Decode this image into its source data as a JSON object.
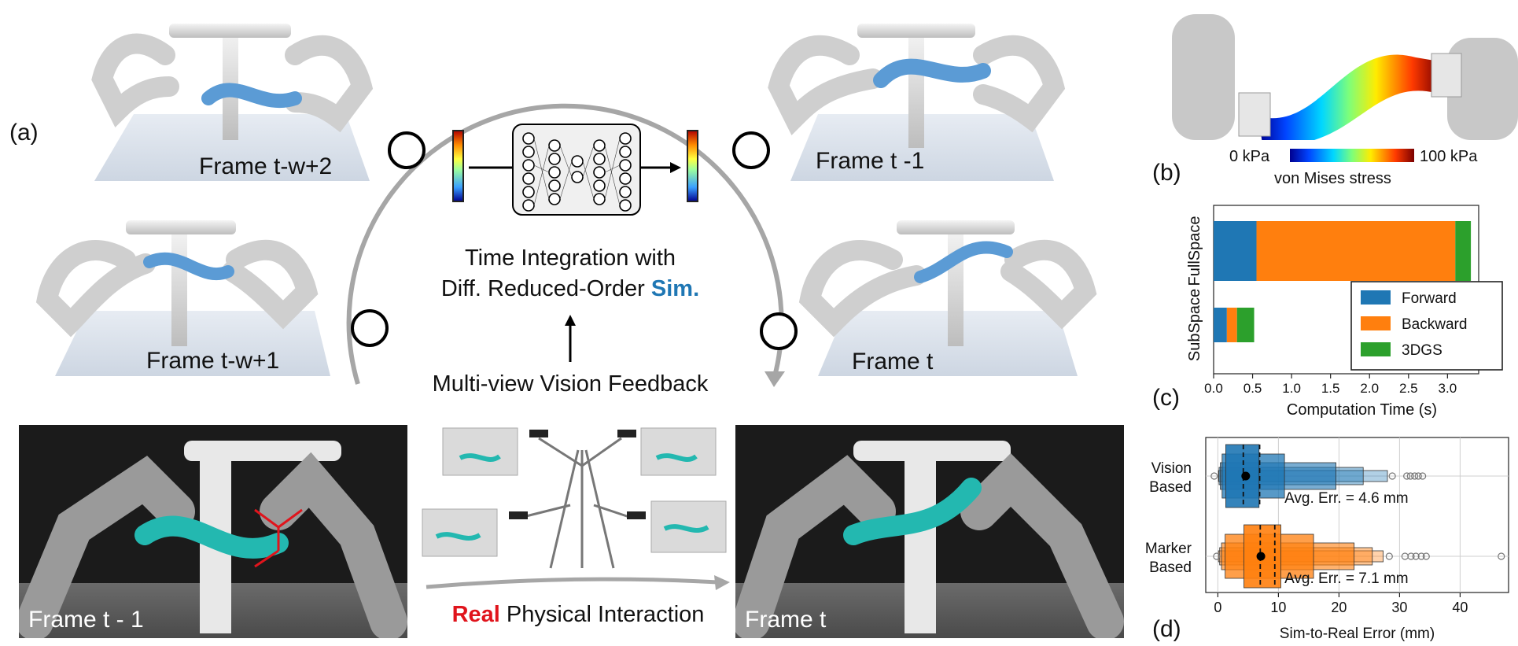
{
  "panel_labels": {
    "a": "(a)",
    "b": "(b)",
    "c": "(c)",
    "d": "(d)"
  },
  "frames": {
    "sim_top_left": "Frame t-w+2",
    "sim_mid_left": "Frame t-w+1",
    "sim_top_right": "Frame t -1",
    "sim_mid_right": "Frame t",
    "real_left": "Frame t - 1",
    "real_right": "Frame t"
  },
  "center": {
    "line1": "Time Integration with",
    "line2_prefix": "Diff. Reduced-Order ",
    "line2_emph": "Sim.",
    "feedback": "Multi-view Vision Feedback",
    "real_emph": "Real",
    "real_suffix": " Physical Interaction"
  },
  "stress_bar": {
    "min_label": "0 kPa",
    "max_label": "100 kPa",
    "caption": "von Mises stress"
  },
  "colors": {
    "forward": "#1f77b4",
    "backward": "#ff7f0e",
    "threedgs": "#2ca02c",
    "sim_accent": "#1f77b4",
    "real_accent": "#e0141c",
    "beam_blue": "#5b9bd5",
    "beam_teal": "#23b8b0"
  },
  "chart_data": [
    {
      "type": "bar",
      "orientation": "horizontal",
      "stacked": true,
      "categories": [
        "FullSpace",
        "SubSpace"
      ],
      "series": [
        {
          "name": "Forward",
          "values": [
            0.55,
            0.17
          ]
        },
        {
          "name": "Backward",
          "values": [
            2.55,
            0.13
          ]
        },
        {
          "name": "3DGS",
          "values": [
            0.2,
            0.22
          ]
        }
      ],
      "xlabel": "Computation Time (s)",
      "xlim": [
        0,
        3.4
      ],
      "xticks": [
        "0.0",
        "0.5",
        "1.0",
        "1.5",
        "2.0",
        "2.5",
        "3.0"
      ],
      "legend": "lower-right"
    },
    {
      "type": "boxen",
      "categories": [
        "Vision\nBased",
        "Marker\nBased"
      ],
      "category_lines": [
        [
          "Vision",
          "Based"
        ],
        [
          "Marker",
          "Based"
        ]
      ],
      "xlabel": "Sim-to-Real Error (mm)",
      "xlim": [
        -2,
        48
      ],
      "xticks": [
        "0",
        "10",
        "20",
        "30",
        "40"
      ],
      "grid": true,
      "series": [
        {
          "name": "Vision Based",
          "mean": 4.6,
          "median": 4.2,
          "q1": 1.3,
          "q3": 6.8,
          "levels": [
            [
              0.7,
              11.0
            ],
            [
              0.4,
              19.5
            ],
            [
              0.2,
              24.0
            ],
            [
              0.1,
              28.0
            ]
          ],
          "outliers": [
            -0.6,
            28.8,
            31.2,
            31.8,
            32.5,
            33.1,
            33.8
          ],
          "annotation": "Avg. Err. = 4.6 mm"
        },
        {
          "name": "Marker Based",
          "mean": 7.1,
          "median": 7.0,
          "q1": 4.3,
          "q3": 10.4,
          "levels": [
            [
              1.2,
              15.8
            ],
            [
              0.6,
              22.5
            ],
            [
              0.3,
              25.5
            ],
            [
              0.1,
              27.3
            ]
          ],
          "outliers": [
            -0.2,
            28.3,
            30.9,
            31.9,
            32.7,
            33.6,
            34.4,
            46.8
          ],
          "annotation": "Avg. Err. = 7.1 mm"
        }
      ]
    }
  ]
}
